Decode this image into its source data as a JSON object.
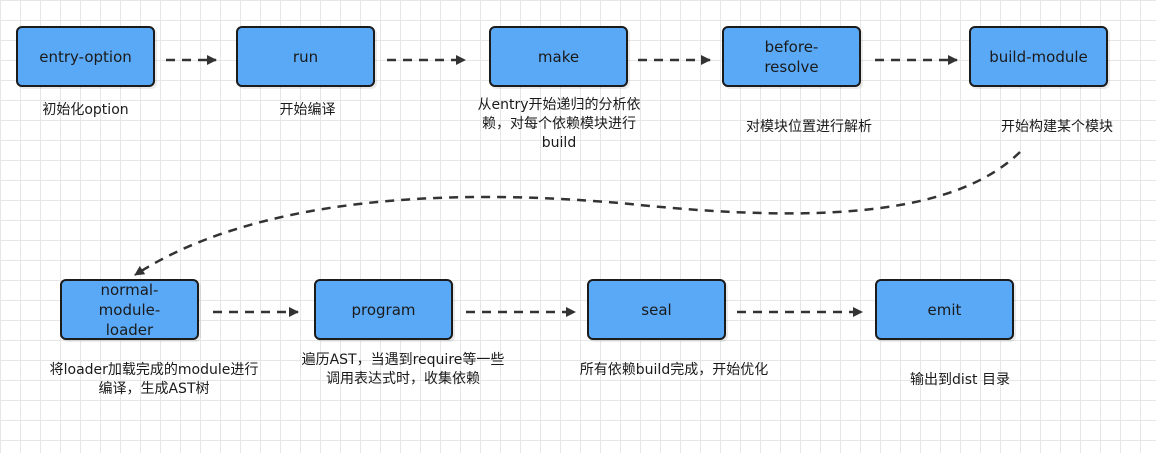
{
  "colors": {
    "node_fill": "#5aa9f7",
    "node_border": "#1b1b1b",
    "edge": "#333333",
    "grid": "#e6e6e6"
  },
  "nodes": [
    {
      "id": "entry-option",
      "label": "entry-option",
      "caption": "初始化option"
    },
    {
      "id": "run",
      "label": "run",
      "caption": "开始编译"
    },
    {
      "id": "make",
      "label": "make",
      "caption": "从entry开始递归的分析依赖，对每个依赖模块进行build"
    },
    {
      "id": "before-resolve",
      "label": "before-\nresolve",
      "caption": "对模块位置进行解析"
    },
    {
      "id": "build-module",
      "label": "build-module",
      "caption": "开始构建某个模块"
    },
    {
      "id": "normal-module-loader",
      "label": "normal-\nmodule-\nloader",
      "caption": "将loader加载完成的module进行编译，生成AST树"
    },
    {
      "id": "program",
      "label": "program",
      "caption": "遍历AST，当遇到require等一些调用表达式时，收集依赖"
    },
    {
      "id": "seal",
      "label": "seal",
      "caption": "所有依赖build完成，开始优化"
    },
    {
      "id": "emit",
      "label": "emit",
      "caption": "输出到dist 目录"
    }
  ],
  "edges": [
    {
      "from": "entry-option",
      "to": "run",
      "style": "dashed"
    },
    {
      "from": "run",
      "to": "make",
      "style": "dashed"
    },
    {
      "from": "make",
      "to": "before-resolve",
      "style": "dashed"
    },
    {
      "from": "before-resolve",
      "to": "build-module",
      "style": "dashed"
    },
    {
      "from": "build-module",
      "to": "normal-module-loader",
      "style": "dashed-curve"
    },
    {
      "from": "normal-module-loader",
      "to": "program",
      "style": "dashed"
    },
    {
      "from": "program",
      "to": "seal",
      "style": "dashed"
    },
    {
      "from": "seal",
      "to": "emit",
      "style": "dashed"
    }
  ]
}
